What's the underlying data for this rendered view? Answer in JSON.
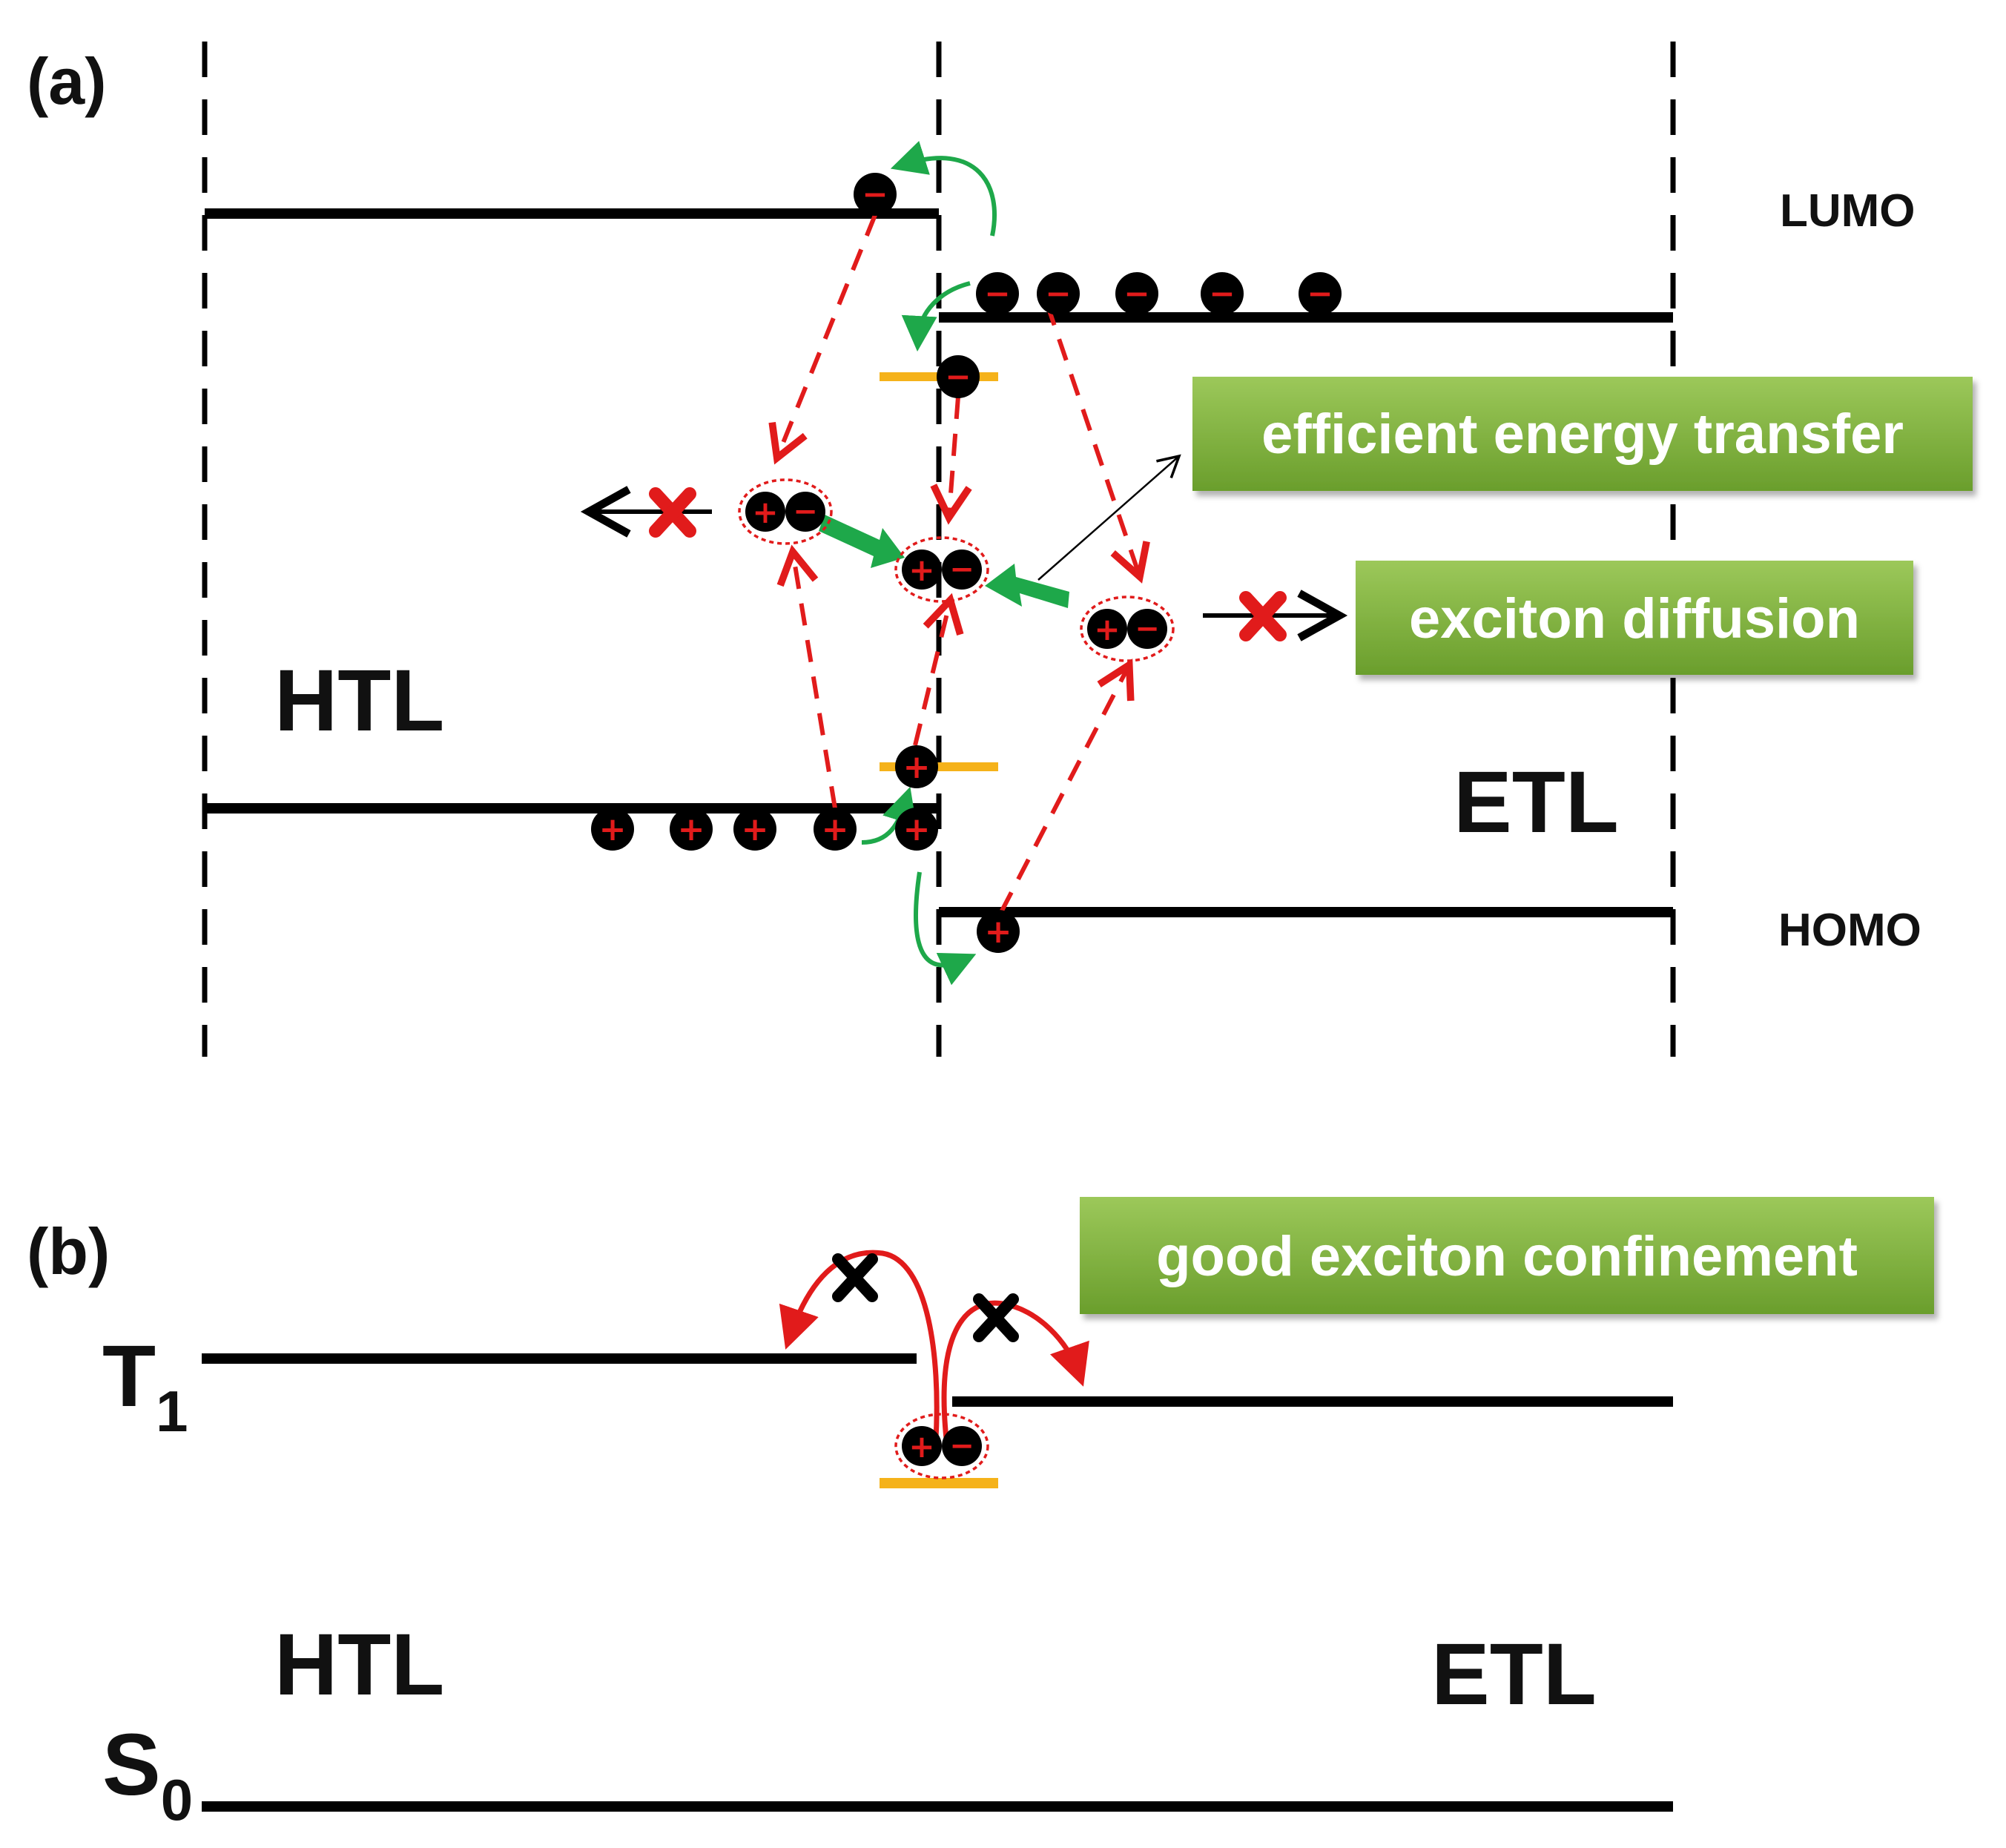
{
  "panel_a": {
    "label": "(a)",
    "lumo_label": "LUMO",
    "homo_label": "HOMO",
    "htl_label": "HTL",
    "etl_label": "ETL",
    "callout_energy_transfer": "efficient energy transfer",
    "callout_exciton_diffusion": "exciton diffusion"
  },
  "panel_b": {
    "label": "(b)",
    "t1_label": "T",
    "t1_subscript": "1",
    "s0_label": "S",
    "s0_subscript": "0",
    "htl_label": "HTL",
    "etl_label": "ETL",
    "callout_confinement": "good exciton confinement"
  },
  "colors": {
    "level_line": "#000000",
    "charge_sign": "#e11b1b",
    "transfer_arrow": "#e11b1b",
    "injection_arrow": "#1ea84a",
    "trap_state": "#f5b21a",
    "callout_fill": "#7fb23a",
    "callout_text": "#ffffff"
  }
}
